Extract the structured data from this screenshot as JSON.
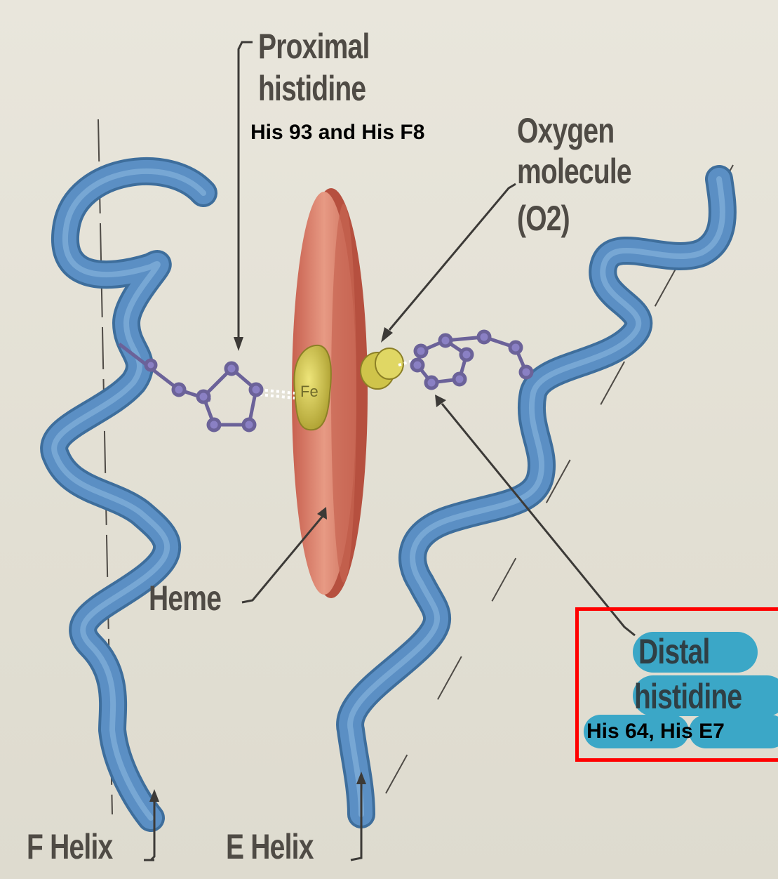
{
  "labels": {
    "proximal_line1": "Proximal",
    "proximal_line2": "histidine",
    "proximal_residue": "His 93 and His F8",
    "oxygen_line1": "Oxygen",
    "oxygen_line2": "molecule",
    "oxygen_line3": "(O2)",
    "heme": "Heme",
    "fe": "Fe",
    "distal_line1": "Distal",
    "distal_line2": "histidine",
    "distal_residue": "His 64, His E7",
    "f_helix": "F Helix",
    "e_helix": "E Helix"
  },
  "colors": {
    "helix_tube": "#5b8fc4",
    "heme_disc": "#dc8470",
    "iron": "#d8cf52",
    "histidine_ring": "#7d73b8",
    "highlight_box": "#ff0000",
    "label_pill": "#3ba7c7"
  }
}
